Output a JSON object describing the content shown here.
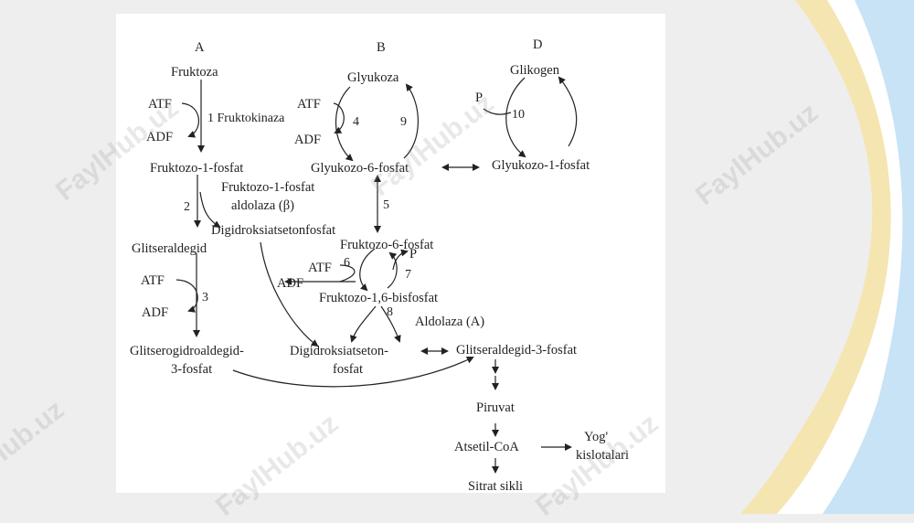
{
  "diagram": {
    "columns": {
      "a": "A",
      "b": "B",
      "d": "D"
    },
    "nodes": {
      "fruktoza": "Fruktoza",
      "glyukoza": "Glyukoza",
      "glikogen": "Glikogen",
      "fruktozo_1_fosfat": "Fruktozo-1-fosfat",
      "glyukozo_6_fosfat": "Glyukozo-6-fosfat",
      "glyukozo_1_fosfat": "Glyukozo-1-fosfat",
      "fruktozo_1_fosfat_aldolaza_line1": "Fruktozo-1-fosfat",
      "fruktozo_1_fosfat_aldolaza_line2": "aldolaza (β)",
      "digidroksiatsetonfosfat": "Digidroksiatsetonfosfat",
      "glitseraldegid": "Glitseraldegid",
      "fruktozo_6_fosfat": "Fruktozo-6-fosfat",
      "fruktozo_1_6_bisfosfat": "Fruktozo-1,6-bisfosfat",
      "aldolaza_a": "Aldolaza (A)",
      "glitserogidroaldegid_line1": "Glitserogidroaldegid-",
      "glitserogidroaldegid_line2": "3-fosfat",
      "digidroksiatseton_line1": "Digidroksiatseton-",
      "digidroksiatseton_line2": "fosfat",
      "glitseraldegid_3_fosfat": "Glitseraldegid-3-fosfat",
      "piruvat": "Piruvat",
      "atsetil_coa": "Atsetil-CoA",
      "yog_line1": "Yog'",
      "yog_line2": "kislotalari",
      "sitrat_sikli": "Sitrat sikli"
    },
    "cofactors": {
      "atf_1": "ATF",
      "adf_1": "ADF",
      "atf_4": "ATF",
      "adf_4": "ADF",
      "atf_3": "ATF",
      "adf_3": "ADF",
      "atf_6": "ATF",
      "adf_6": "ADF",
      "p_10": "P",
      "pi_7": "P"
    },
    "steps": {
      "s1": "1 Fruktokinaza",
      "s2": "2",
      "s3": "3",
      "s4": "4",
      "s5": "5",
      "s6": "6",
      "s7": "7",
      "s8": "8",
      "s9": "9",
      "s10": "10"
    }
  },
  "watermark": "FaylHub.uz",
  "colors": {
    "background": "#eeeeee",
    "panel": "#ffffff",
    "ink": "#222222",
    "wave_blue": "#c7e3f5",
    "wave_yellow": "#f6e3a6"
  }
}
